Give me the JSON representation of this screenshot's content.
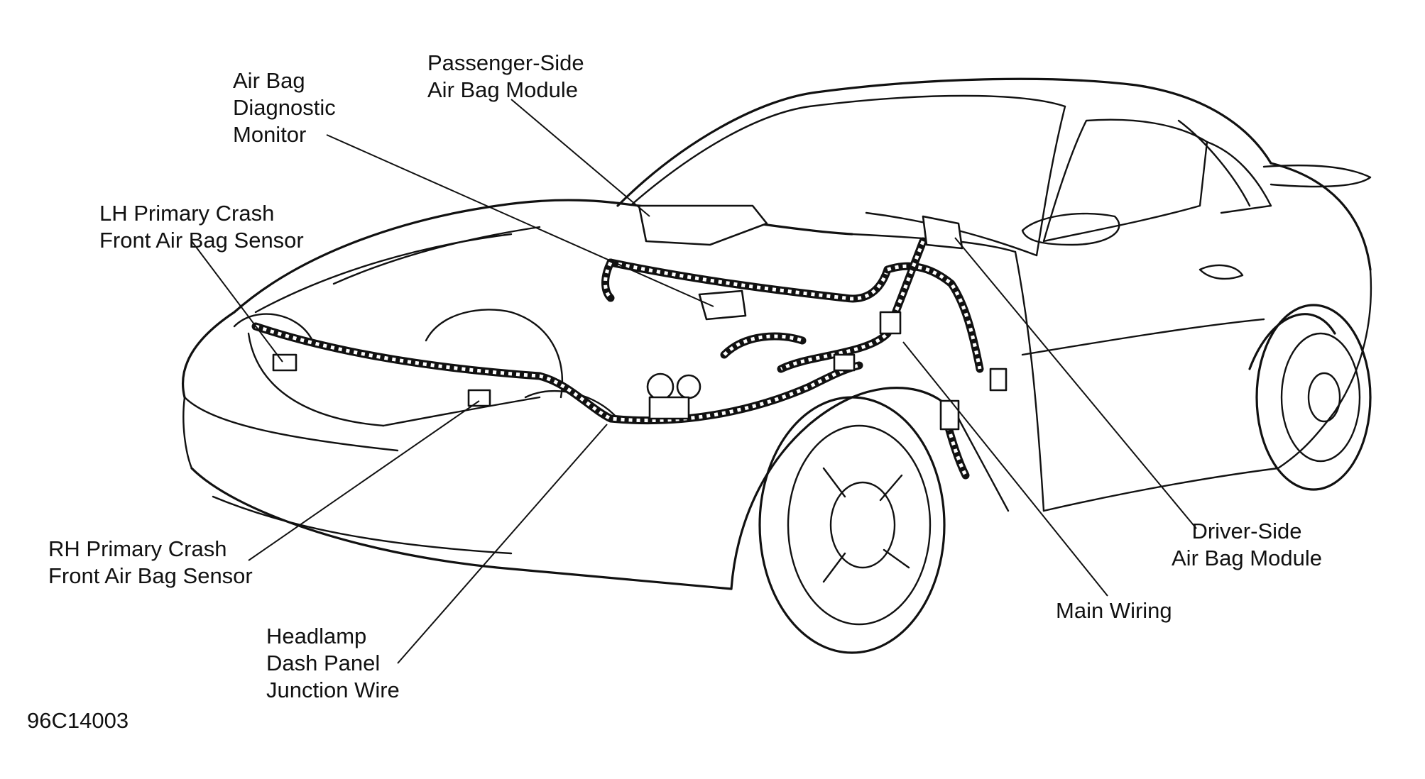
{
  "labels": {
    "air_bag_diagnostic_monitor": [
      "Air Bag",
      "Diagnostic",
      "Monitor"
    ],
    "passenger_side_module": [
      "Passenger-Side",
      "Air Bag Module"
    ],
    "lh_primary_crash_sensor": [
      "LH Primary Crash",
      "Front Air Bag Sensor"
    ],
    "rh_primary_crash_sensor": [
      "RH Primary Crash",
      "Front Air Bag Sensor"
    ],
    "headlamp_dash_panel_junction_wire": [
      "Headlamp",
      "Dash Panel",
      "Junction Wire"
    ],
    "driver_side_module": [
      "Driver-Side",
      "Air Bag Module"
    ],
    "main_wiring": "Main Wiring"
  },
  "figure_id": "96C14003",
  "colors": {
    "ink": "#111111",
    "paper": "#ffffff"
  }
}
